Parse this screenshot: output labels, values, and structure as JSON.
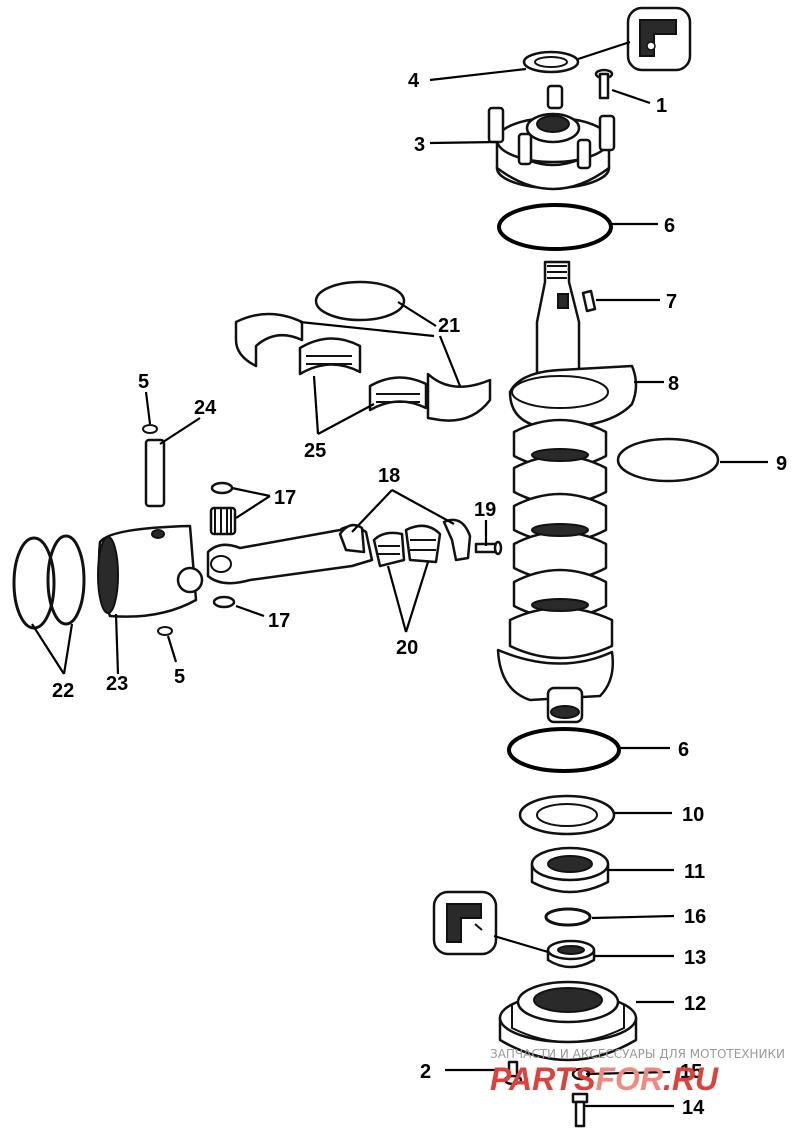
{
  "callouts": {
    "n1": "1",
    "n2": "2",
    "n3": "3",
    "n4": "4",
    "n5a": "5",
    "n5b": "5",
    "n6a": "6",
    "n6b": "6",
    "n7": "7",
    "n8": "8",
    "n9": "9",
    "n10": "10",
    "n11": "11",
    "n12": "12",
    "n13": "13",
    "n14": "14",
    "n15": "15",
    "n16": "16",
    "n17a": "17",
    "n17b": "17",
    "n18": "18",
    "n19": "19",
    "n20": "20",
    "n21": "21",
    "n22": "22",
    "n23": "23",
    "n24": "24",
    "n25": "25"
  },
  "watermark": {
    "tagline": "ЗАПЧАСТИ И АКСЕССУАРЫ ДЛЯ МОТОТЕХНИКИ",
    "logo_part1": "PARTS",
    "logo_part2": "FOR",
    "logo_part3": ".RU",
    "logo_colors": {
      "parts": "#e0403a",
      "for": "#f08a7e",
      "ru": "#e0403a"
    }
  }
}
